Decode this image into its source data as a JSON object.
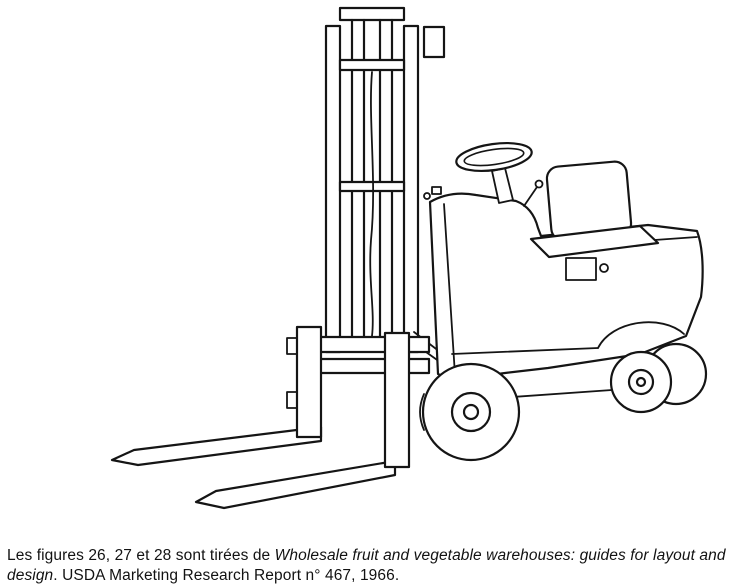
{
  "figure": {
    "illustration": "forklift-line-drawing",
    "subject": "sit-down counterbalance forklift truck, front-left three-quarter view, mast and forks pointing left",
    "stroke_color": "#151515",
    "background_color": "#ffffff"
  },
  "caption": {
    "regular_prefix": "Les figures 26, 27 et 28 sont tirées de ",
    "italic_title": "Wholesale fruit and vegetable warehouses: guides for layout and design",
    "regular_suffix": ". USDA Marketing Research Report n° 467, 1966."
  }
}
